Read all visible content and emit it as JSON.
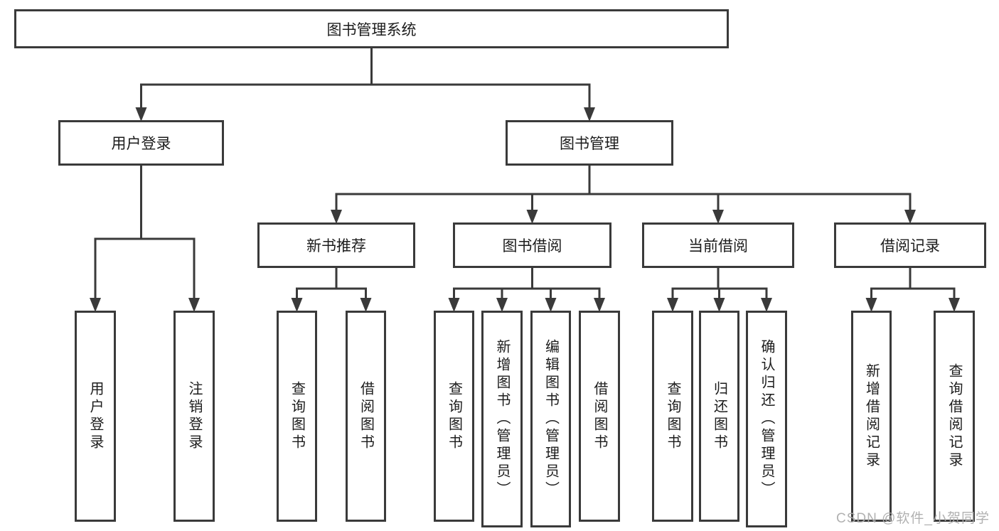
{
  "nodes": {
    "system": {
      "label": "图书管理系统"
    },
    "user-login": {
      "label": "用户登录"
    },
    "book-mgmt": {
      "label": "图书管理"
    },
    "new-books": {
      "label": "新书推荐"
    },
    "book-borrow": {
      "label": "图书借阅"
    },
    "current-borrow": {
      "label": "当前借阅"
    },
    "borrow-records": {
      "label": "借阅记录"
    },
    "login": {
      "label": "用户登录"
    },
    "logout": {
      "label": "注销登录"
    },
    "nb-query": {
      "label": "查询图书"
    },
    "nb-borrow": {
      "label": "借阅图书"
    },
    "bb-query": {
      "label": "查询图书"
    },
    "bb-add": {
      "label": "新增图书（管理员）"
    },
    "bb-edit": {
      "label": "编辑图书（管理员）"
    },
    "bb-borrow": {
      "label": "借阅图书"
    },
    "cb-query": {
      "label": "查询图书"
    },
    "cb-return": {
      "label": "归还图书"
    },
    "cb-confirm": {
      "label": "确认归还（管理员）"
    },
    "br-add": {
      "label": "新增借阅记录"
    },
    "br-query": {
      "label": "查询借阅记录"
    }
  },
  "tree": {
    "system": [
      "user-login",
      "book-mgmt"
    ],
    "user-login": [
      "login",
      "logout"
    ],
    "book-mgmt": [
      "new-books",
      "book-borrow",
      "current-borrow",
      "borrow-records"
    ],
    "new-books": [
      "nb-query",
      "nb-borrow"
    ],
    "book-borrow": [
      "bb-query",
      "bb-add",
      "bb-edit",
      "bb-borrow"
    ],
    "current-borrow": [
      "cb-query",
      "cb-return",
      "cb-confirm"
    ],
    "borrow-records": [
      "br-add",
      "br-query"
    ]
  },
  "watermark": "CSDN @软件_小贺同学",
  "colors": {
    "line": "#3a3a3a",
    "text": "#1c1c1c",
    "watermark": "#adadad",
    "background": "#ffffff"
  }
}
